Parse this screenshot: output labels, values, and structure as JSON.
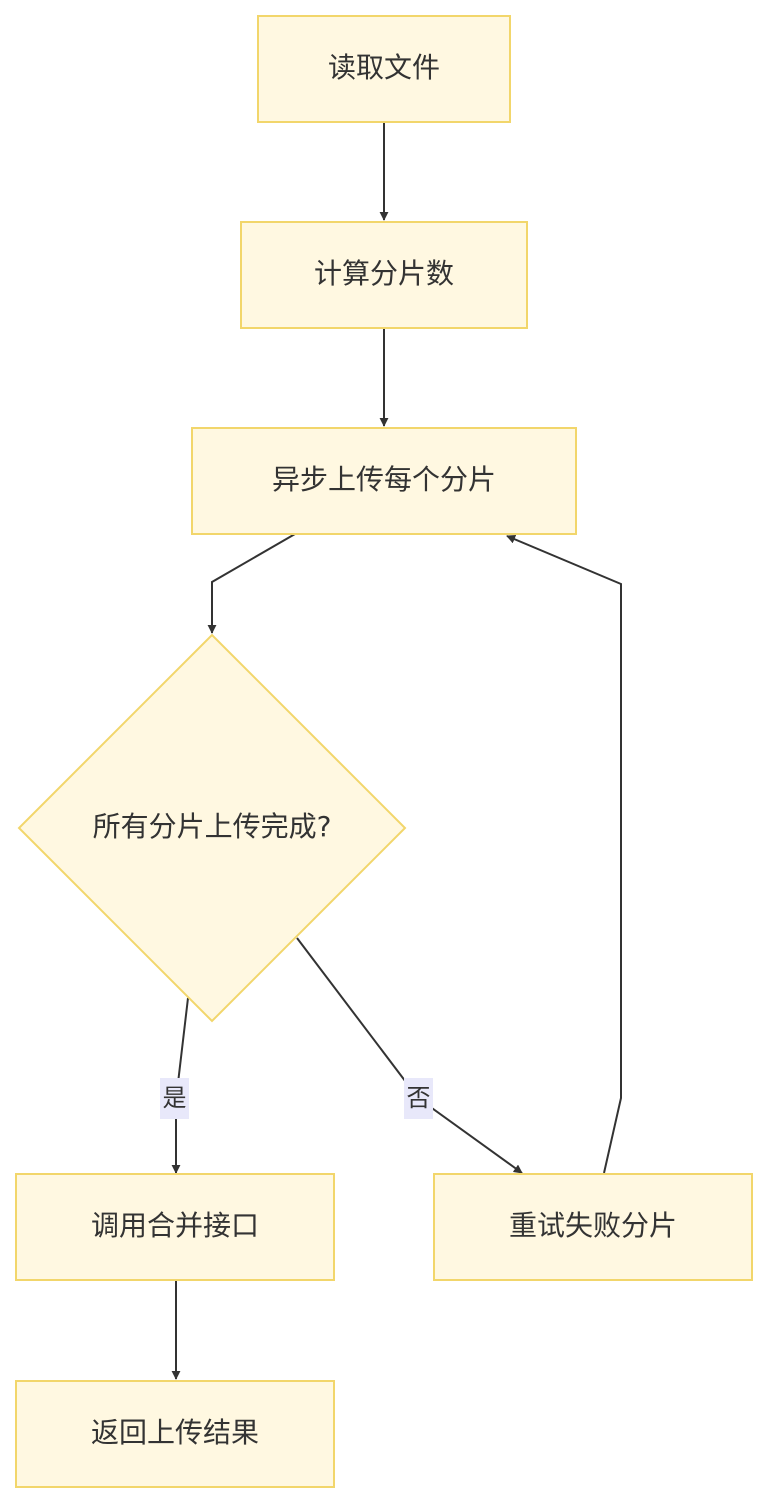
{
  "nodes": {
    "read_file": "读取文件",
    "calc_chunks": "计算分片数",
    "upload_chunks": "异步上传每个分片",
    "all_done": "所有分片上传完成?",
    "call_merge": "调用合并接口",
    "return_result": "返回上传结果",
    "retry_failed": "重试失败分片"
  },
  "edges": {
    "yes_label": "是",
    "no_label": "否"
  },
  "colors": {
    "node_fill": "#fff8e1",
    "node_stroke": "#f2d66b",
    "edge": "#333333",
    "label_bg": "#e8e8fa"
  }
}
